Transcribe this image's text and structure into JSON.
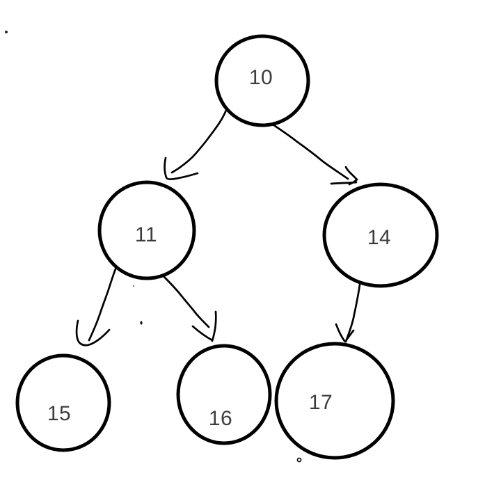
{
  "canvas": {
    "background_color": "#ffffff",
    "ink_color": "#000000",
    "label_color": "#3d3d3d"
  },
  "diagram": {
    "type": "tree",
    "description": "hand-drawn binary tree",
    "nodes": [
      {
        "id": "10",
        "label": "10"
      },
      {
        "id": "11",
        "label": "11"
      },
      {
        "id": "14",
        "label": "14"
      },
      {
        "id": "15",
        "label": "15"
      },
      {
        "id": "16",
        "label": "16"
      },
      {
        "id": "17",
        "label": "17"
      }
    ],
    "edges": [
      {
        "from": "10",
        "to": "11"
      },
      {
        "from": "10",
        "to": "14"
      },
      {
        "from": "11",
        "to": "15"
      },
      {
        "from": "11",
        "to": "16"
      },
      {
        "from": "14",
        "to": "17"
      }
    ]
  }
}
